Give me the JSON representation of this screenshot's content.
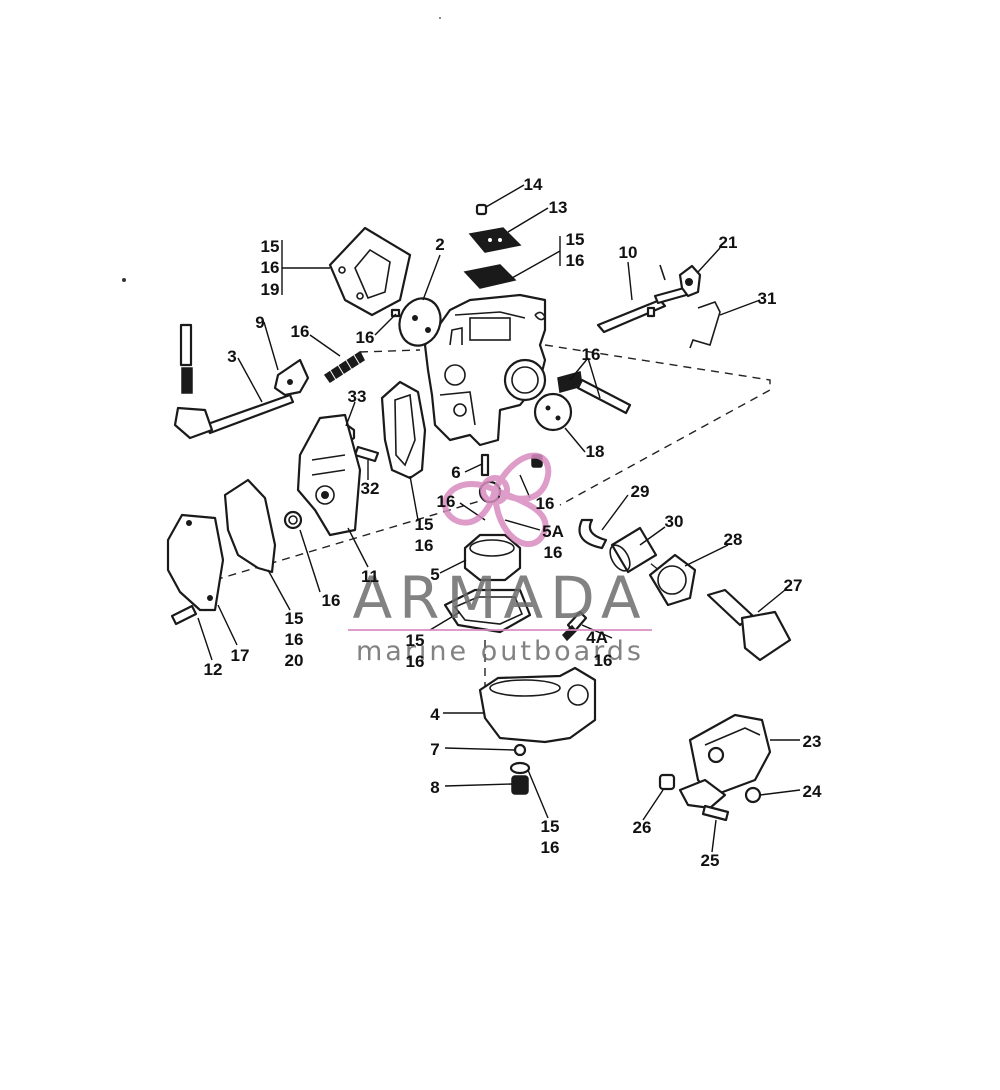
{
  "callouts": [
    {
      "id": "c14",
      "text": "14"
    },
    {
      "id": "c13",
      "text": "13"
    },
    {
      "id": "c15a",
      "text": "15"
    },
    {
      "id": "c16a",
      "text": "16"
    },
    {
      "id": "c19",
      "text": "19"
    },
    {
      "id": "c2",
      "text": "2"
    },
    {
      "id": "c15b",
      "text": "15"
    },
    {
      "id": "c16b",
      "text": "16"
    },
    {
      "id": "c10",
      "text": "10"
    },
    {
      "id": "c21",
      "text": "21"
    },
    {
      "id": "c31",
      "text": "31"
    },
    {
      "id": "c9",
      "text": "9"
    },
    {
      "id": "c16c",
      "text": "16"
    },
    {
      "id": "c16d",
      "text": "16"
    },
    {
      "id": "c3",
      "text": "3"
    },
    {
      "id": "c16e",
      "text": "16"
    },
    {
      "id": "c33",
      "text": "33"
    },
    {
      "id": "c18",
      "text": "18"
    },
    {
      "id": "c32",
      "text": "32"
    },
    {
      "id": "c6",
      "text": "6"
    },
    {
      "id": "c16f",
      "text": "16"
    },
    {
      "id": "c16g",
      "text": "16"
    },
    {
      "id": "c29",
      "text": "29"
    },
    {
      "id": "c30",
      "text": "30"
    },
    {
      "id": "c5a",
      "text": "5A"
    },
    {
      "id": "c16h",
      "text": "16"
    },
    {
      "id": "c28",
      "text": "28"
    },
    {
      "id": "c15c",
      "text": "15"
    },
    {
      "id": "c16i",
      "text": "16"
    },
    {
      "id": "c5",
      "text": "5"
    },
    {
      "id": "c11",
      "text": "11"
    },
    {
      "id": "c16j",
      "text": "16"
    },
    {
      "id": "c27",
      "text": "27"
    },
    {
      "id": "c15d",
      "text": "15"
    },
    {
      "id": "c16k",
      "text": "16"
    },
    {
      "id": "c20",
      "text": "20"
    },
    {
      "id": "c12",
      "text": "12"
    },
    {
      "id": "c17",
      "text": "17"
    },
    {
      "id": "c15e",
      "text": "15"
    },
    {
      "id": "c16l",
      "text": "16"
    },
    {
      "id": "c4a",
      "text": "4A"
    },
    {
      "id": "c16m",
      "text": "16"
    },
    {
      "id": "c4",
      "text": "4"
    },
    {
      "id": "c23",
      "text": "23"
    },
    {
      "id": "c7",
      "text": "7"
    },
    {
      "id": "c24",
      "text": "24"
    },
    {
      "id": "c8",
      "text": "8"
    },
    {
      "id": "c15f",
      "text": "15"
    },
    {
      "id": "c16n",
      "text": "16"
    },
    {
      "id": "c26",
      "text": "26"
    },
    {
      "id": "c25",
      "text": "25"
    }
  ],
  "watermark": {
    "brand": "ARMADA",
    "tagline": "marine outboards",
    "logo_color": "#d98bc0",
    "text_color": "#6d6d6d"
  }
}
